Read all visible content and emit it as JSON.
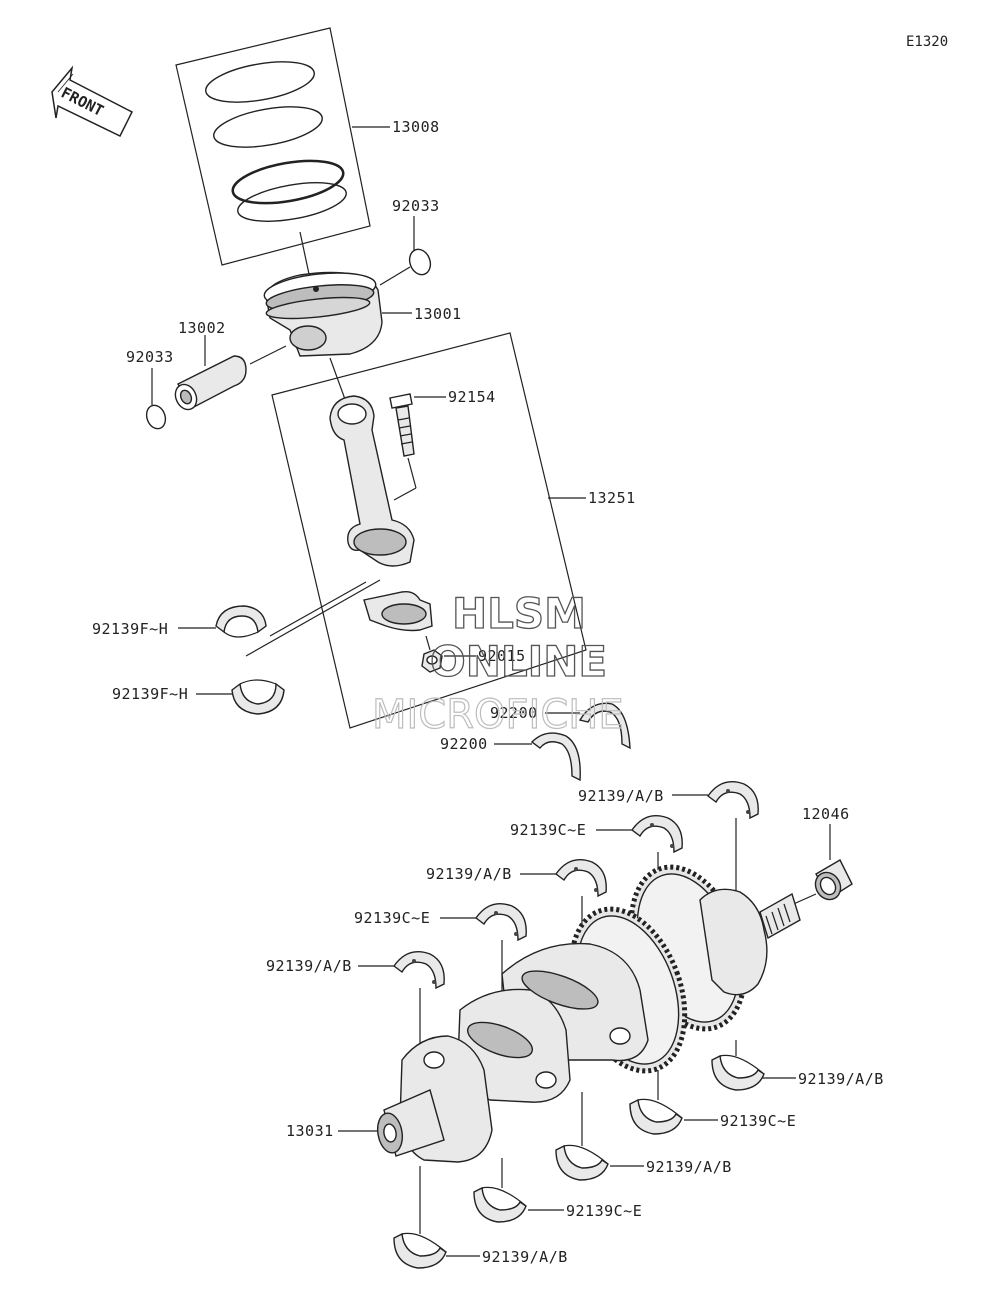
{
  "figure_code": "E1320",
  "front_indicator": "FRONT",
  "watermark": [
    "HLSM",
    "ONLINE",
    "MICROFICHE"
  ],
  "labels": {
    "piston_rings": "13008",
    "piston_pin_clip_right": "92033",
    "piston": "13001",
    "piston_pin": "13002",
    "piston_pin_clip_left": "92033",
    "rod_bolt": "92154",
    "connecting_rod": "13251",
    "rod_bearing_upper": "92139F~H",
    "rod_bearing_lower": "92139F~H",
    "rod_nut": "92015",
    "thrust_washer_upper": "92200",
    "thrust_washer_lower": "92200",
    "main_bearing_top_1": "92139/A/B",
    "main_bearing_top_2": "92139C~E",
    "main_bearing_top_3": "92139/A/B",
    "main_bearing_top_4": "92139C~E",
    "main_bearing_top_5": "92139/A/B",
    "needle_bearing": "12046",
    "crankshaft": "13031",
    "main_bearing_bottom_1": "92139/A/B",
    "main_bearing_bottom_2": "92139C~E",
    "main_bearing_bottom_3": "92139/A/B",
    "main_bearing_bottom_4": "92139C~E",
    "main_bearing_bottom_5": "92139/A/B"
  }
}
